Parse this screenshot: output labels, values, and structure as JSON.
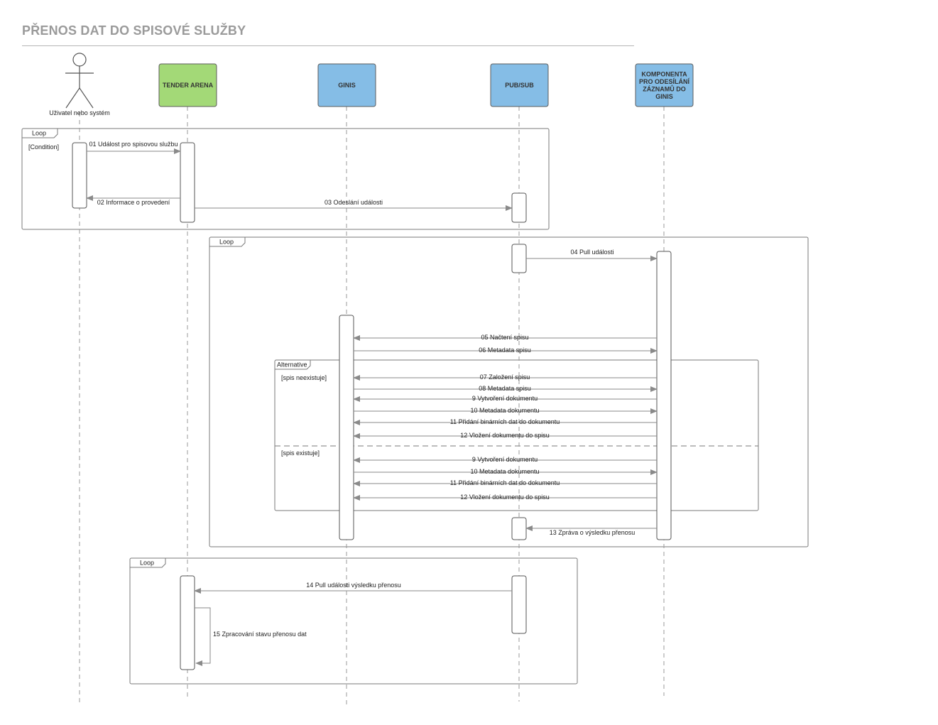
{
  "title": "PŘENOS DAT DO SPISOVÉ SLUŽBY",
  "actor": {
    "label": "Uživatel nebo systém"
  },
  "participants": [
    {
      "id": "tender",
      "label": "TENDER ARENA",
      "color": "#a3d977"
    },
    {
      "id": "ginis",
      "label": "GINIS",
      "color": "#85bde6"
    },
    {
      "id": "pubsub",
      "label": "PUB/SUB",
      "color": "#85bde6"
    },
    {
      "id": "komponenta",
      "label": [
        "KOMPONENTA",
        "PRO ODESÍLÁNÍ",
        "ZÁZNAMŮ DO",
        "GINIS"
      ],
      "color": "#85bde6"
    }
  ],
  "fragments": [
    {
      "id": "loop1",
      "type": "Loop",
      "guards": [
        "[Condition]"
      ]
    },
    {
      "id": "loop2",
      "type": "Loop",
      "guards": []
    },
    {
      "id": "alt",
      "type": "Alternative",
      "guards": [
        "[spis neexistuje]",
        "[spis existuje]"
      ]
    },
    {
      "id": "loop3",
      "type": "Loop",
      "guards": []
    }
  ],
  "messages": [
    "01 Událost  pro spisovou službu",
    "02 Informace o provedení",
    "03 Odeslání události",
    "04 Pull události",
    "05 Načtení spisu",
    "06 Metadata spisu",
    "07 Založení spisu",
    "08 Metadata spisu",
    "9 Vytvoření dokumentu",
    "10 Metadata dokumentu",
    "11 Přidání binárních dat do dokumentu",
    "12 Vložení dokumentu do spisu",
    "9 Vytvoření dokumentu",
    "10 Metadata dokumentu",
    "11 Přidání binárních dat do dokumentu",
    "12 Vložení dokumentu do spisu",
    "13 Zpráva o výsledku přenosu",
    "14 Pull události výsledku přenosu",
    "15 Zpracování stavu přenosu dat"
  ]
}
